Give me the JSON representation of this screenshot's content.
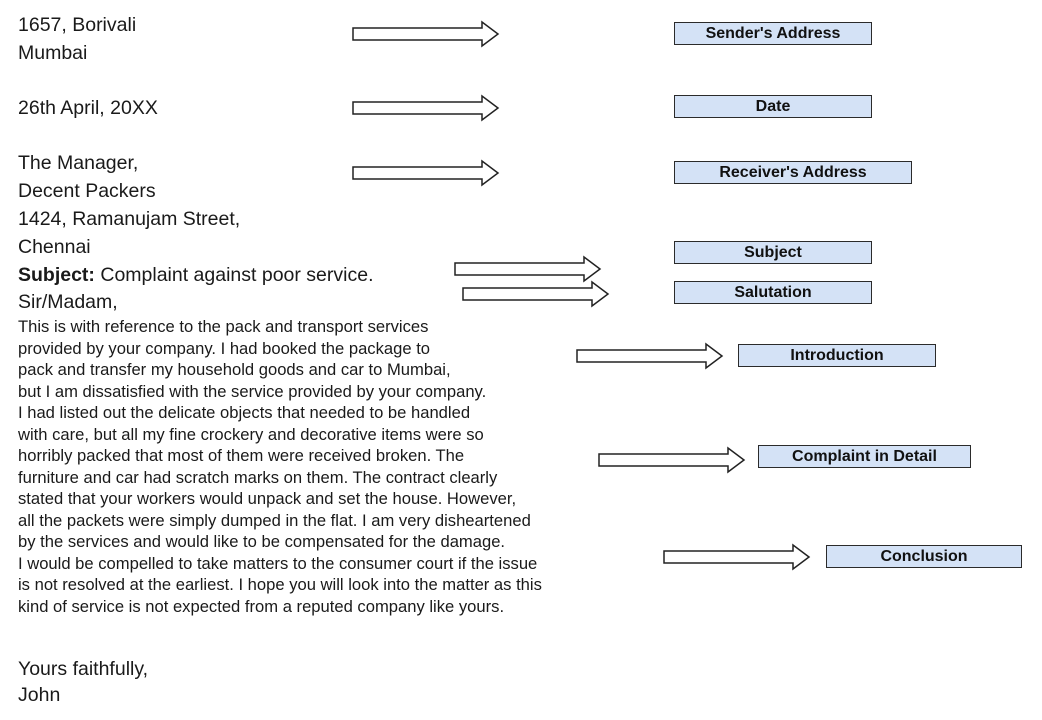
{
  "letter": {
    "sender_line1": "1657, Borivali",
    "sender_line2": "Mumbai",
    "date": "26th April, 20XX",
    "receiver_line1": "The Manager,",
    "receiver_line2": "Decent Packers",
    "receiver_line3": "1424, Ramanujam Street,",
    "receiver_line4": "Chennai",
    "subject_key": "Subject:",
    "subject_text": " Complaint against poor service.",
    "salutation": "Sir/Madam,",
    "body_lines": [
      "This is with reference to the pack and transport services",
      "provided by your company. I had booked the package to",
      "pack and transfer my household goods and car to Mumbai,",
      "but I am dissatisfied with the service provided by your company.",
      "I had listed out the delicate objects that needed to be handled",
      "with care, but all my fine crockery and decorative items were so",
      "horribly packed that most of them were received broken. The",
      "furniture and car had scratch marks on them. The contract clearly",
      "stated that your workers would unpack and set the house. However,",
      "all the packets were simply dumped in the flat. I am very disheartened",
      "by the services and would like to be compensated for the damage.",
      "I would be compelled to take matters to the consumer court if the issue",
      "is not resolved at the earliest. I hope you will look into the matter as this",
      "kind of service is not expected from a reputed company like yours."
    ],
    "closing": "Yours faithfully,",
    "signature": "John"
  },
  "labels": {
    "sender_address": "Sender's Address",
    "date": "Date",
    "receiver_address": "Receiver's Address",
    "subject": "Subject",
    "salutation": "Salutation",
    "introduction": "Introduction",
    "complaint_detail": "Complaint in Detail",
    "conclusion": "Conclusion"
  },
  "colors": {
    "label_fill": "#d4e2f6",
    "label_border": "#2b2b2b",
    "arrow_fill": "#ffffff"
  }
}
